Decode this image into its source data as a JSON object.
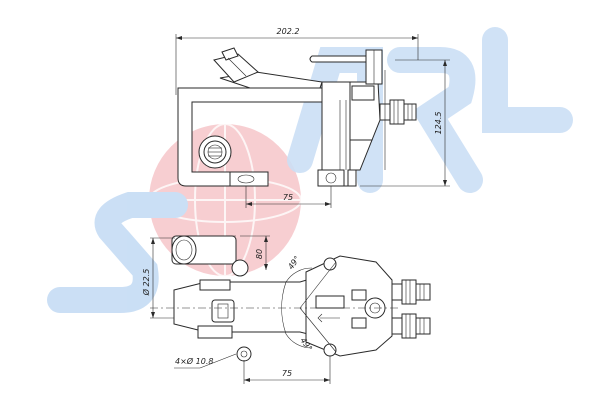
{
  "dimensions": {
    "overall_width": "202.2",
    "overall_height": "124.5",
    "top_mount_spacing": "75",
    "bottom_mount_spacing": "75",
    "inlet_diameter": "Ø 22.5",
    "inlet_offset": "80",
    "mount_holes": "4×Ø 10.8",
    "angle_upper": "49°",
    "angle_lower": "49°"
  },
  "watermark": {
    "text": "SORL",
    "color": "#bcd6f2",
    "circle_color": "#f7c9cd"
  }
}
